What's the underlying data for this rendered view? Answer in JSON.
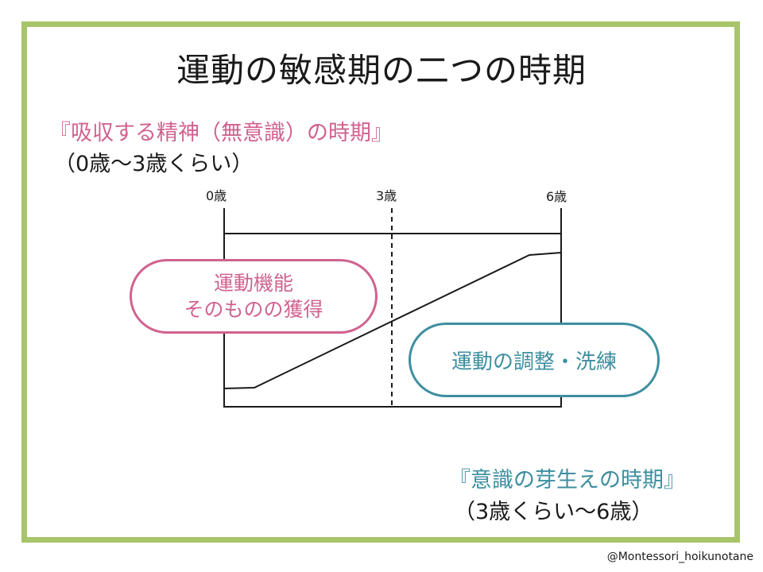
{
  "title": "運動の敏感期の二つの時期",
  "periods": {
    "absorbent": {
      "title": "『吸収する精神（無意識）の時期』",
      "range": "（0歳〜3歳くらい）",
      "color": "#d06290"
    },
    "conscious": {
      "title": "『意識の芽生えの時期』",
      "range": "（3歳くらい〜6歳）",
      "color": "#3d8fa0"
    }
  },
  "axis": {
    "ages": [
      "0歳",
      "3歳",
      "6歳"
    ]
  },
  "labels": {
    "motor_acquisition": {
      "line1": "運動機能",
      "line2": "そのものの獲得"
    },
    "motor_refinement": "運動の調整・洗練"
  },
  "credit": "@Montessori_hoikunotane",
  "colors": {
    "frame": "#a8c46a",
    "pink": "#d06290",
    "teal": "#3d8fa0"
  }
}
